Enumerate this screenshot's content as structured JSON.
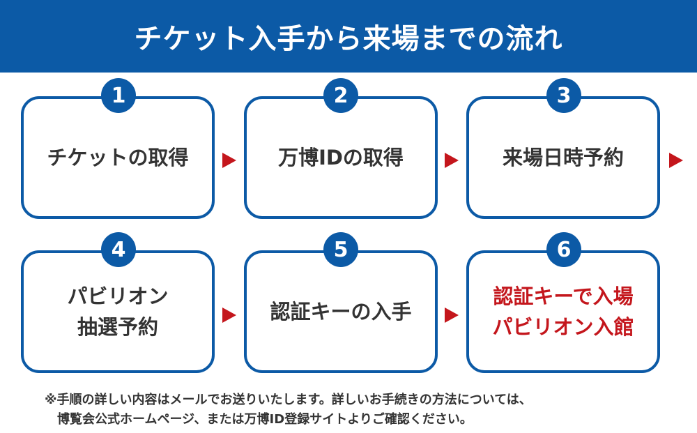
{
  "header": {
    "title": "チケット入手から来場までの流れ"
  },
  "steps": [
    {
      "number": "1",
      "label": "チケットの取得"
    },
    {
      "number": "2",
      "label": "万博IDの取得"
    },
    {
      "number": "3",
      "label": "来場日時予約"
    },
    {
      "number": "4",
      "label": "パビリオン\n抽選予約"
    },
    {
      "number": "5",
      "label": "認証キーの入手"
    },
    {
      "number": "6",
      "label": "認証キーで入場\nパビリオン入館"
    }
  ],
  "note": {
    "line1": "※手順の詳しい内容はメールでお送りいたします。詳しいお手続きの方法については、",
    "line2": "博覧会公式ホームページ、または万博ID登録サイトよりご確認ください。"
  },
  "colors": {
    "brand_blue": "#0c5aa6",
    "accent_red": "#c4161c"
  },
  "icons": {
    "arrow": "triangle-right-icon"
  }
}
